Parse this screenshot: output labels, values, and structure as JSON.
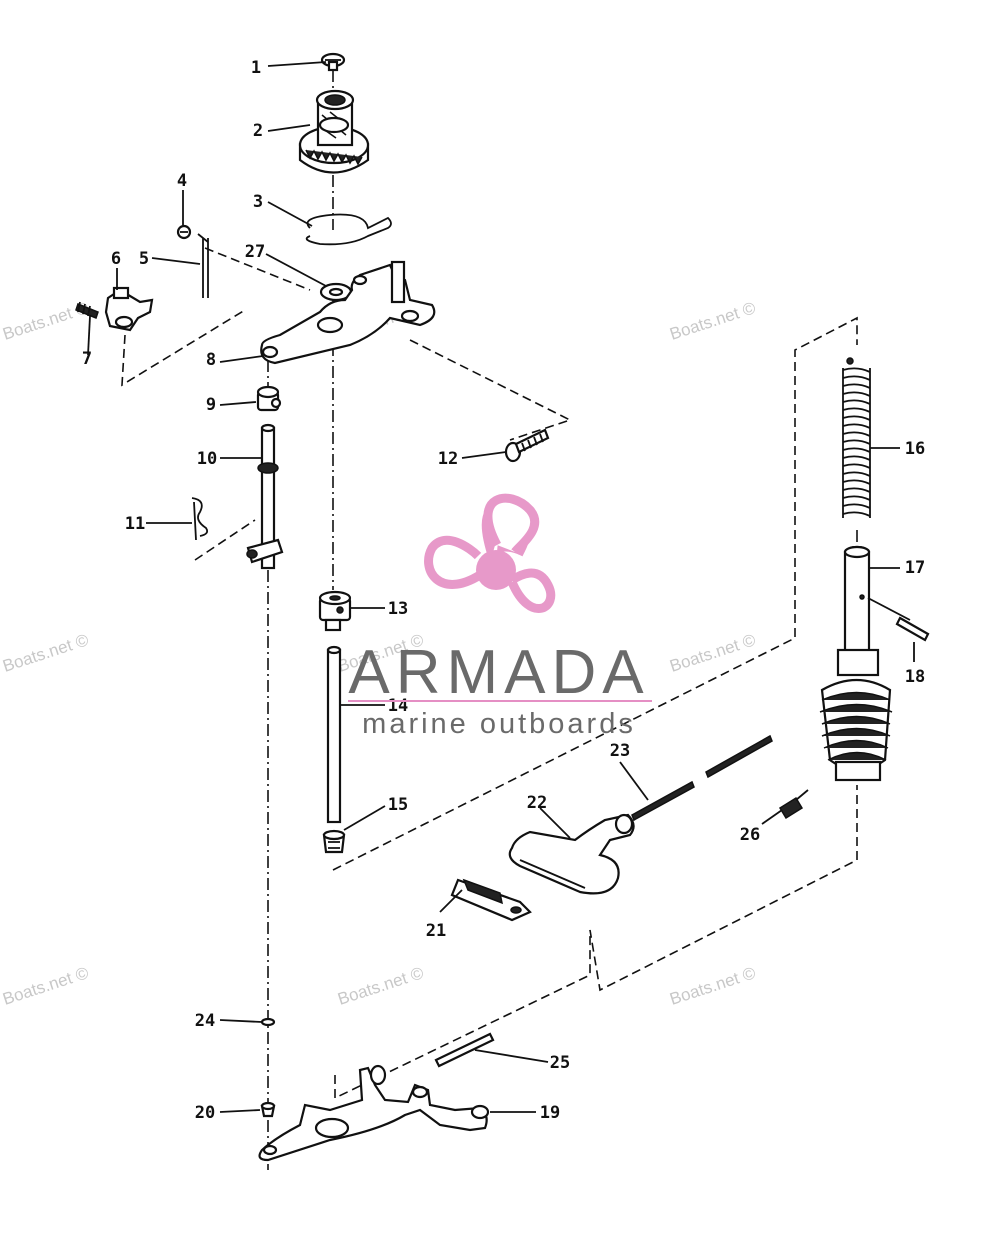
{
  "diagram": {
    "callouts": [
      "1",
      "2",
      "3",
      "4",
      "5",
      "6",
      "7",
      "8",
      "9",
      "10",
      "11",
      "12",
      "13",
      "14",
      "15",
      "16",
      "17",
      "18",
      "19",
      "20",
      "21",
      "22",
      "23",
      "24",
      "25",
      "26",
      "27"
    ]
  },
  "watermark": {
    "text": "Boats.net ©"
  },
  "logo": {
    "name": "ARMADA",
    "tagline": "marine outboards",
    "icon": "propeller-icon",
    "colors": {
      "propeller": "#e58fc4",
      "text": "#6a6a6a"
    }
  }
}
